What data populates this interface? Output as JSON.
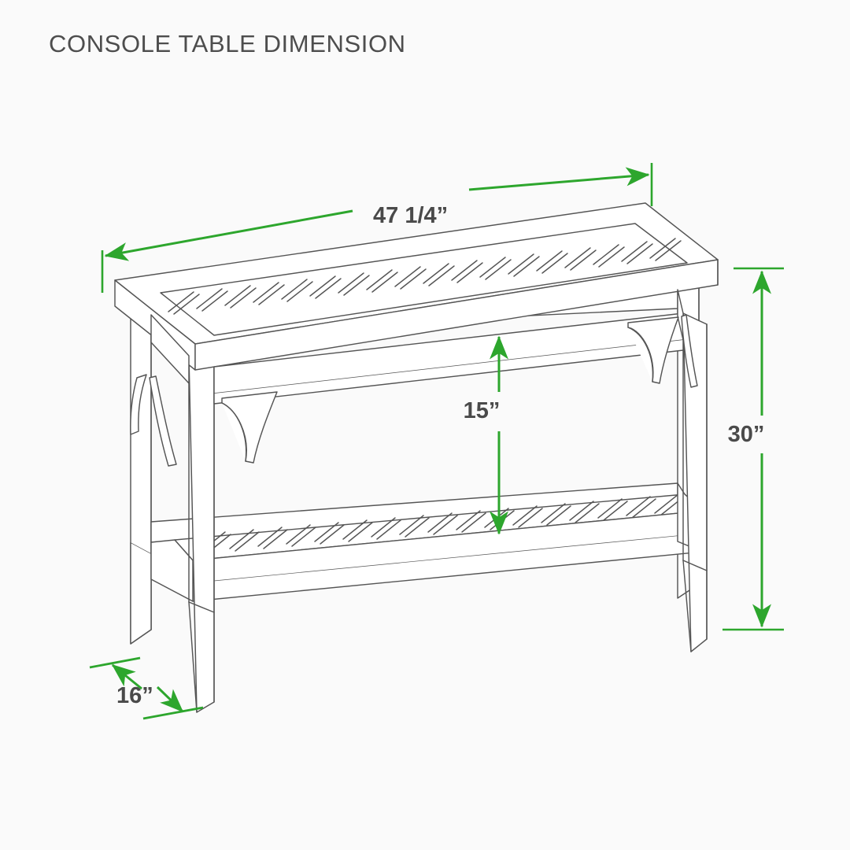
{
  "page": {
    "title": "CONSOLE TABLE DIMENSION",
    "background_color": "#fafafa",
    "title_color": "#4d4d4d"
  },
  "drawing": {
    "subject": "console-table",
    "view": "isometric-line-drawing",
    "line_color": "#555555",
    "fill_color": "#ffffff",
    "features": [
      "slatted-tabletop",
      "slatted-lower-shelf",
      "tapered-legs",
      "corbel-brackets",
      "apron-rails"
    ]
  },
  "dimensions": {
    "accent_color": "#2da62d",
    "label_color": "#4a4a4a",
    "items": [
      {
        "id": "width",
        "label": "47 1/4”",
        "value": 47.25,
        "unit": "inch",
        "axis": "width",
        "orientation": "diagonal-top"
      },
      {
        "id": "shelf-clearance",
        "label": "15”",
        "value": 15,
        "unit": "inch",
        "axis": "height",
        "orientation": "vertical-center"
      },
      {
        "id": "height",
        "label": "30”",
        "value": 30,
        "unit": "inch",
        "axis": "height",
        "orientation": "vertical-right"
      },
      {
        "id": "depth",
        "label": "16”",
        "value": 16,
        "unit": "inch",
        "axis": "depth",
        "orientation": "diagonal-bottom-left"
      }
    ]
  }
}
